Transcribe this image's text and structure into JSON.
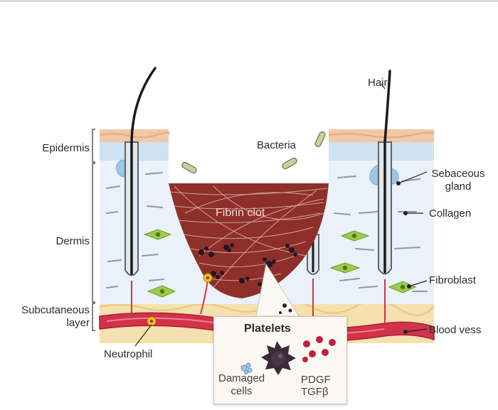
{
  "labels": {
    "epidermis": "Epidermis",
    "dermis": "Dermis",
    "subcutaneous_line1": "Subcutaneous",
    "subcutaneous_line2": "layer",
    "neutrophil": "Neutrophil",
    "bacteria": "Bacteria",
    "fibrin_clot": "Fibrin clot",
    "hair": "Hair",
    "sebaceous_line1": "Sebaceous",
    "sebaceous_line2": "gland",
    "collagen": "Collagen",
    "fibroblast": "Fibroblast",
    "blood_vessel": "Blood vess"
  },
  "callout": {
    "title": "Platelets",
    "damaged_line1": "Damaged",
    "damaged_line2": "cells",
    "factor1": "PDGF",
    "factor2": "TGFβ"
  },
  "colors": {
    "skin_surface": "#f2c9a6",
    "epidermis_blue": "#cfe3f2",
    "dermis": "#eef3f9",
    "fat": "#f7e4b5",
    "vessel": "#d2334a",
    "clot": "#8e2f2a",
    "fibroblast": "#9ccc48",
    "gland": "#9fc7e4",
    "platelet": "#3a2a3a",
    "growth_factor": "#c21f3a"
  }
}
